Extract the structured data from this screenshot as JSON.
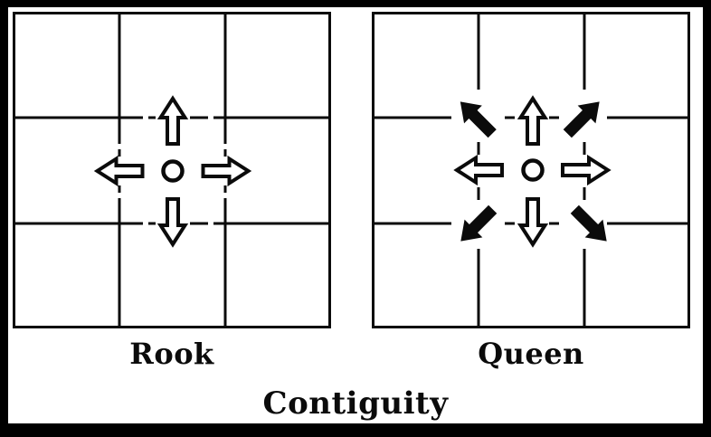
{
  "figure": {
    "caption": "Contiguity",
    "colors": {
      "ink": "#0b0b0b",
      "panel_background": "#ffffff",
      "frame": "#000000"
    },
    "panels": [
      {
        "label": "Rook",
        "grid": "3x3",
        "center_marker": "circle",
        "arrow_style": "hollow-outline",
        "arrows": [
          "up",
          "down",
          "left",
          "right"
        ],
        "center_cell_border": "solid-with-gaps-at-arrows"
      },
      {
        "label": "Queen",
        "grid": "3x3",
        "center_marker": "circle",
        "hollow_arrows": [
          "up",
          "down",
          "left",
          "right"
        ],
        "solid_arrows": [
          "up-left",
          "up-right",
          "down-left",
          "down-right"
        ],
        "center_cell_border": "dashed"
      }
    ]
  }
}
